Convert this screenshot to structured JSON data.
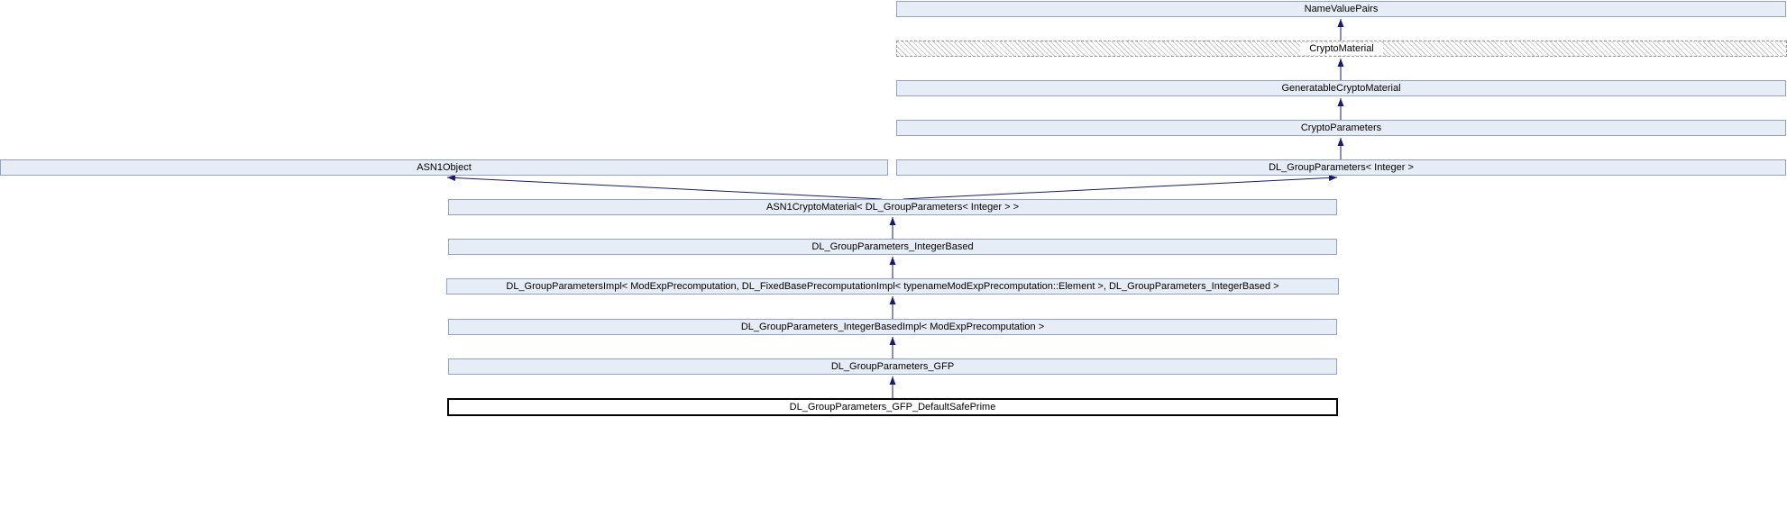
{
  "diagram": {
    "kind": "class-inheritance-graph",
    "colors": {
      "node_fill": "#E7EDF7",
      "node_border": "#93A1C4",
      "edge": "#191970",
      "current_node_fill": "#FFFFFF",
      "current_node_border": "#000000",
      "hatch_stripe": "#C9C9C9",
      "background": "#FFFFFF"
    },
    "nodes": [
      {
        "id": "NameValuePairs",
        "label": "NameValuePairs",
        "style": "normal"
      },
      {
        "id": "CryptoMaterial",
        "label": "CryptoMaterial",
        "style": "hatched"
      },
      {
        "id": "GeneratableCryptoMaterial",
        "label": "GeneratableCryptoMaterial",
        "style": "normal"
      },
      {
        "id": "CryptoParameters",
        "label": "CryptoParameters",
        "style": "normal"
      },
      {
        "id": "ASN1Object",
        "label": "ASN1Object",
        "style": "normal"
      },
      {
        "id": "DL_GroupParameters_Integer",
        "label": "DL_GroupParameters< Integer >",
        "style": "normal"
      },
      {
        "id": "ASN1CryptoMaterial",
        "label": "ASN1CryptoMaterial< DL_GroupParameters< Integer > >",
        "style": "normal"
      },
      {
        "id": "DL_GroupParameters_IntegerBased",
        "label": "DL_GroupParameters_IntegerBased",
        "style": "normal"
      },
      {
        "id": "DL_GroupParametersImpl",
        "label": "DL_GroupParametersImpl< ModExpPrecomputation, DL_FixedBasePrecomputationImpl< typenameModExpPrecomputation::Element >, DL_GroupParameters_IntegerBased >",
        "style": "normal"
      },
      {
        "id": "DL_GroupParameters_IntegerBasedImpl",
        "label": "DL_GroupParameters_IntegerBasedImpl< ModExpPrecomputation >",
        "style": "normal"
      },
      {
        "id": "DL_GroupParameters_GFP",
        "label": "DL_GroupParameters_GFP",
        "style": "normal"
      },
      {
        "id": "DL_GroupParameters_GFP_DefaultSafePrime",
        "label": "DL_GroupParameters_GFP_DefaultSafePrime",
        "style": "current"
      }
    ],
    "edges": [
      {
        "from": "CryptoMaterial",
        "to": "NameValuePairs"
      },
      {
        "from": "GeneratableCryptoMaterial",
        "to": "CryptoMaterial"
      },
      {
        "from": "CryptoParameters",
        "to": "GeneratableCryptoMaterial"
      },
      {
        "from": "DL_GroupParameters_Integer",
        "to": "CryptoParameters"
      },
      {
        "from": "ASN1CryptoMaterial",
        "to": "ASN1Object"
      },
      {
        "from": "ASN1CryptoMaterial",
        "to": "DL_GroupParameters_Integer"
      },
      {
        "from": "DL_GroupParameters_IntegerBased",
        "to": "ASN1CryptoMaterial"
      },
      {
        "from": "DL_GroupParametersImpl",
        "to": "DL_GroupParameters_IntegerBased"
      },
      {
        "from": "DL_GroupParameters_IntegerBasedImpl",
        "to": "DL_GroupParametersImpl"
      },
      {
        "from": "DL_GroupParameters_GFP",
        "to": "DL_GroupParameters_IntegerBasedImpl"
      },
      {
        "from": "DL_GroupParameters_GFP_DefaultSafePrime",
        "to": "DL_GroupParameters_GFP"
      }
    ]
  }
}
